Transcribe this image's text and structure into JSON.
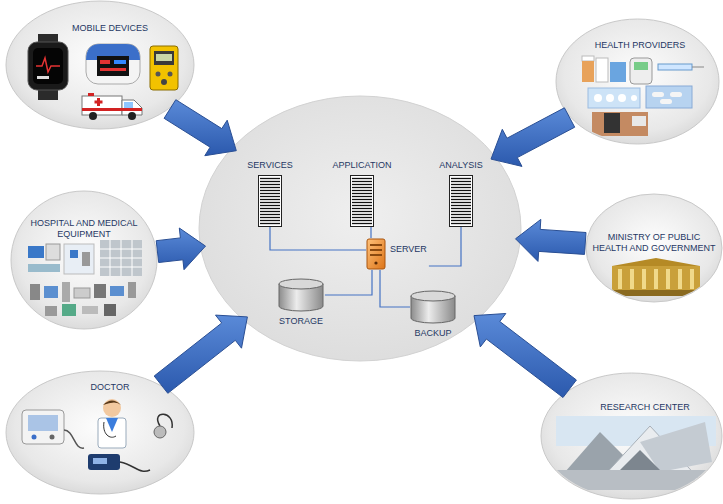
{
  "diagram": {
    "nodes": [
      {
        "text": [
          "MOBILE DEVICES"
        ]
      },
      {
        "text": [
          "HEALTH PROVIDERS"
        ]
      },
      {
        "text": [
          "HOSPITAL AND MEDICAL EQUIPMENT"
        ]
      },
      {
        "text": []
      },
      {
        "text": [
          "SERVICES"
        ],
        "in": 3
      },
      {
        "text": [
          "APPLICATION"
        ],
        "in": 3
      },
      {
        "text": [
          "ANALYSIS"
        ],
        "in": 3
      },
      {
        "text": [
          "SERVER"
        ],
        "in": 3
      },
      {
        "text": [
          "STORAGE"
        ],
        "in": 3
      },
      {
        "text": [
          "BACKUP"
        ],
        "in": 3
      },
      {
        "text": [
          "MINISTRY OF PUBLIC HEALTH AND GOVERNMENT"
        ]
      },
      {
        "text": [
          "DOCTOR"
        ]
      },
      {
        "text": [
          "RESEARCH CENTER"
        ]
      }
    ],
    "edges": [
      {
        "from": 0,
        "to": 3,
        "arrow": "to"
      },
      {
        "from": 1,
        "to": 3,
        "arrow": "to"
      },
      {
        "from": 2,
        "to": 3,
        "arrow": "to"
      },
      {
        "from": 10,
        "to": 3,
        "arrow": "to"
      },
      {
        "from": 11,
        "to": 3,
        "arrow": "to"
      },
      {
        "from": 12,
        "to": 3,
        "arrow": "to"
      },
      {
        "from": 4,
        "to": 7,
        "arrow": "none"
      },
      {
        "from": 5,
        "to": 7,
        "arrow": "none"
      },
      {
        "from": 6,
        "to": 7,
        "arrow": "none"
      },
      {
        "from": 7,
        "to": 8,
        "arrow": "none"
      },
      {
        "from": 7,
        "to": 9,
        "arrow": "none"
      }
    ]
  }
}
